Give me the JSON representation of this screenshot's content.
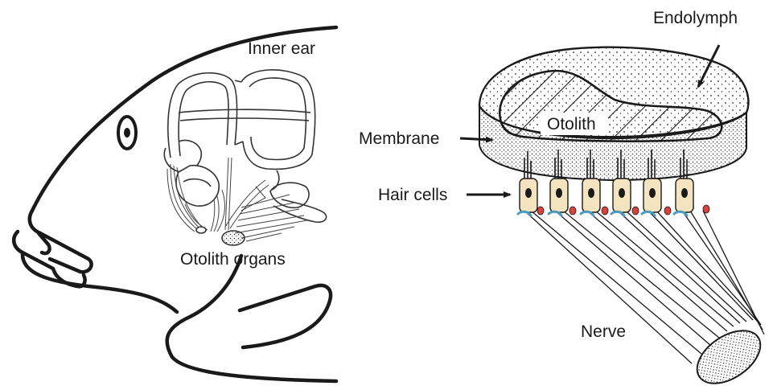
{
  "left_panel": {
    "labels": {
      "inner_ear": "Inner ear",
      "otolith_organs": "Otolith organs"
    }
  },
  "right_panel": {
    "labels": {
      "endolymph": "Endolymph",
      "otolith": "Otolith",
      "membrane": "Membrane",
      "hair_cells": "Hair cells",
      "nerve": "Nerve"
    }
  },
  "colors": {
    "outline": "#1a1a1a",
    "hair_cell_fill": "#f3e3bf",
    "support_cell_red": "#d9413b",
    "support_cell_blue": "#4a9cc0",
    "membrane_fill": "#f4f0e6"
  }
}
